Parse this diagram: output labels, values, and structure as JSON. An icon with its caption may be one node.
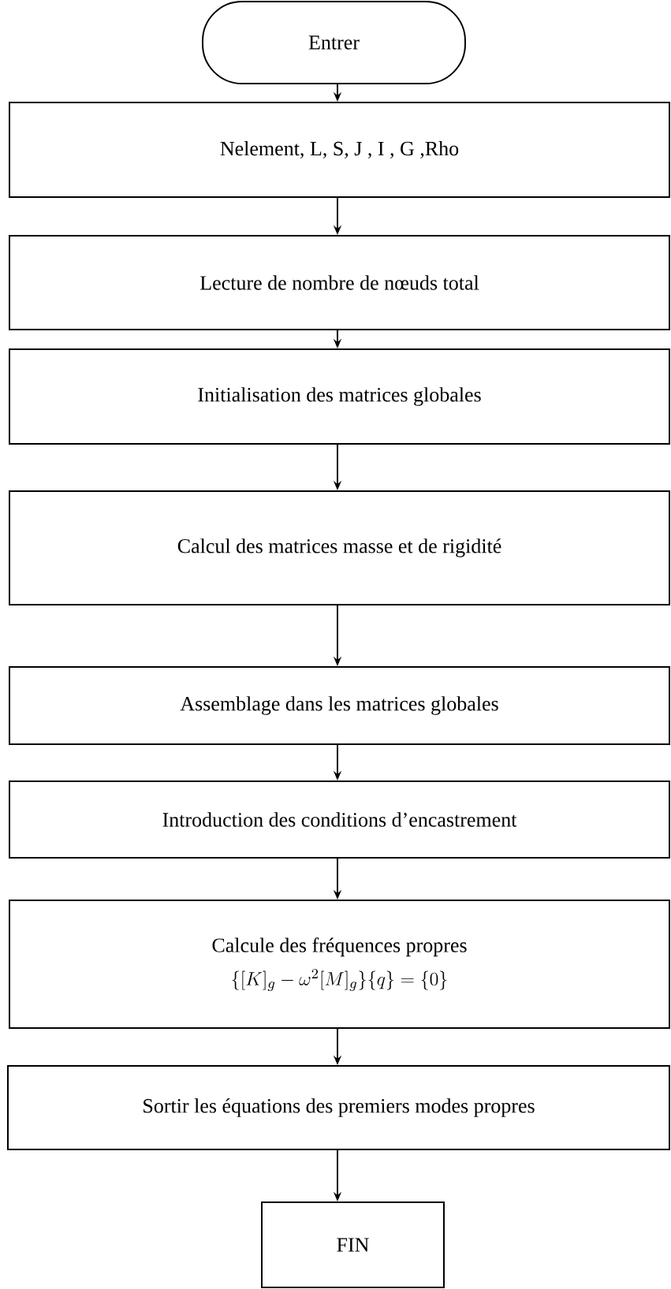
{
  "diagram": {
    "nodes": [
      {
        "text": [
          "Entrer"
        ]
      },
      {
        "text": [
          "Nelement, L, S, J , I , G ,Rho"
        ]
      },
      {
        "text": [
          "Lecture de nombre de nœuds total"
        ]
      },
      {
        "text": [
          "Initialisation des matrices globales"
        ]
      },
      {
        "text": [
          "Calcul des matrices masse et de rigidité"
        ]
      },
      {
        "text": [
          "Assemblage dans les matrices globales"
        ]
      },
      {
        "text": [
          "Introduction des conditions d’encastrement"
        ]
      },
      {
        "text": [
          "Calcule des fréquences propres",
          "\\{[K]_g - \\omega^2[M]_g\\}\\{q\\} = \\{0\\}"
        ]
      },
      {
        "text": [
          "Sortir les équations des premiers modes propres"
        ]
      },
      {
        "text": [
          "FIN"
        ]
      }
    ],
    "edges": [
      {
        "from": 0,
        "to": 1,
        "arrow": "to"
      },
      {
        "from": 1,
        "to": 2,
        "arrow": "to"
      },
      {
        "from": 2,
        "to": 3,
        "arrow": "to"
      },
      {
        "from": 3,
        "to": 4,
        "arrow": "to"
      },
      {
        "from": 4,
        "to": 5,
        "arrow": "to"
      },
      {
        "from": 5,
        "to": 6,
        "arrow": "to"
      },
      {
        "from": 6,
        "to": 7,
        "arrow": "to"
      },
      {
        "from": 7,
        "to": 8,
        "arrow": "to"
      },
      {
        "from": 8,
        "to": 9,
        "arrow": "to"
      }
    ]
  }
}
